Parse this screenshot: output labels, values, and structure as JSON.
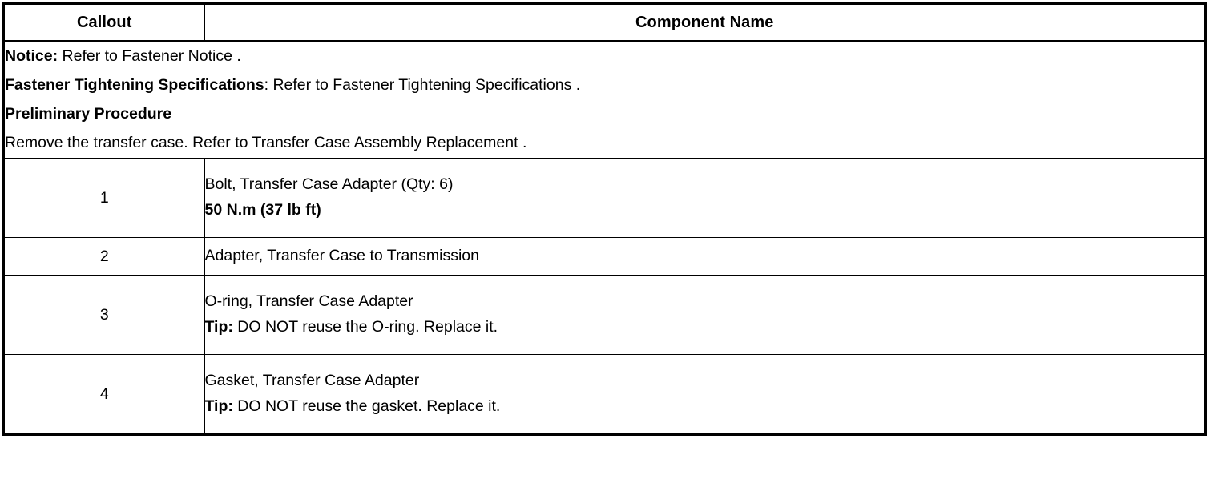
{
  "table": {
    "headers": {
      "callout": "Callout",
      "component_name": "Component Name"
    },
    "notice_block": {
      "lines": [
        {
          "lead": "Notice:",
          "rest": " Refer to Fastener Notice ."
        },
        {
          "lead": "Fastener Tightening Specifications",
          "rest": ": Refer to Fastener Tightening Specifications ."
        },
        {
          "lead": "Preliminary Procedure",
          "rest": ""
        },
        {
          "lead": "",
          "rest": "Remove the transfer case. Refer to Transfer Case Assembly Replacement ."
        }
      ]
    },
    "rows": [
      {
        "callout": "1",
        "lines": [
          {
            "lead": "",
            "rest": "Bolt, Transfer Case Adapter (Qty: 6)"
          },
          {
            "lead": "50 N.m (37 lb ft)",
            "rest": ""
          }
        ]
      },
      {
        "callout": "2",
        "lines": [
          {
            "lead": "",
            "rest": "Adapter, Transfer Case to Transmission"
          }
        ]
      },
      {
        "callout": "3",
        "lines": [
          {
            "lead": "",
            "rest": "O-ring, Transfer Case Adapter"
          },
          {
            "lead": "Tip:",
            "rest": " DO NOT reuse the O-ring. Replace it."
          }
        ]
      },
      {
        "callout": "4",
        "lines": [
          {
            "lead": "",
            "rest": "Gasket, Transfer Case Adapter"
          },
          {
            "lead": "Tip:",
            "rest": " DO NOT reuse the gasket. Replace it."
          }
        ]
      }
    ]
  },
  "colors": {
    "border": "#000000",
    "text": "#000000",
    "background": "#ffffff"
  }
}
